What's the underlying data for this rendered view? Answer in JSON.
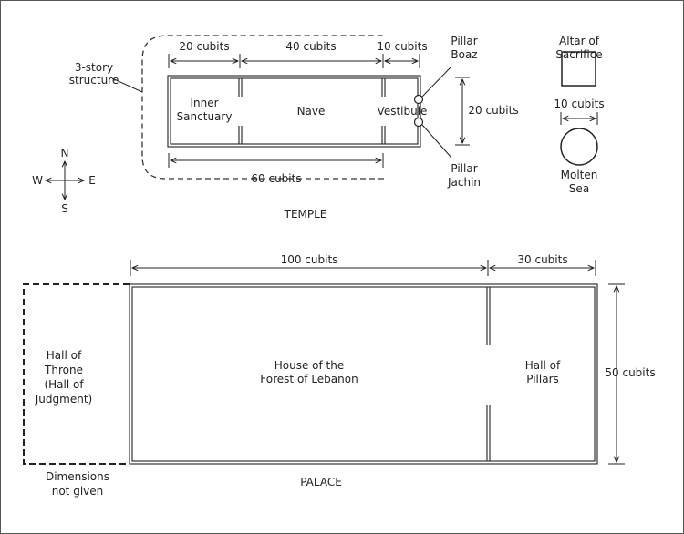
{
  "temple": {
    "title": "TEMPLE",
    "structure_note": [
      "3-story",
      "structure"
    ],
    "dimensions": {
      "inner_sanctuary_length": "20 cubits",
      "nave_length": "40 cubits",
      "vestibule_length": "10 cubits",
      "total_length": "60 cubits",
      "width": "20 cubits"
    },
    "rooms": {
      "inner_sanctuary": [
        "Inner",
        "Sanctuary"
      ],
      "nave": "Nave",
      "vestibule": "Vestibule"
    },
    "pillars": {
      "boaz": [
        "Pillar",
        "Boaz"
      ],
      "jachin": [
        "Pillar",
        "Jachin"
      ]
    },
    "altar": [
      "Altar of",
      "Sacrifice"
    ],
    "sea_diameter": "10 cubits",
    "molten_sea": [
      "Molten",
      "Sea"
    ]
  },
  "compass": {
    "north": "N",
    "south": "S",
    "east": "E",
    "west": "W"
  },
  "palace": {
    "title": "PALACE",
    "dimensions": {
      "forest_length": "100 cubits",
      "pillars_length": "30 cubits",
      "width": "50 cubits"
    },
    "rooms": {
      "hall_of_throne": [
        "Hall of",
        "Throne",
        "(Hall of",
        "Judgment)"
      ],
      "house_of_forest": [
        "House of the",
        "Forest of Lebanon"
      ],
      "hall_of_pillars": [
        "Hall of",
        "Pillars"
      ]
    },
    "throne_note": [
      "Dimensions",
      "not given"
    ]
  }
}
